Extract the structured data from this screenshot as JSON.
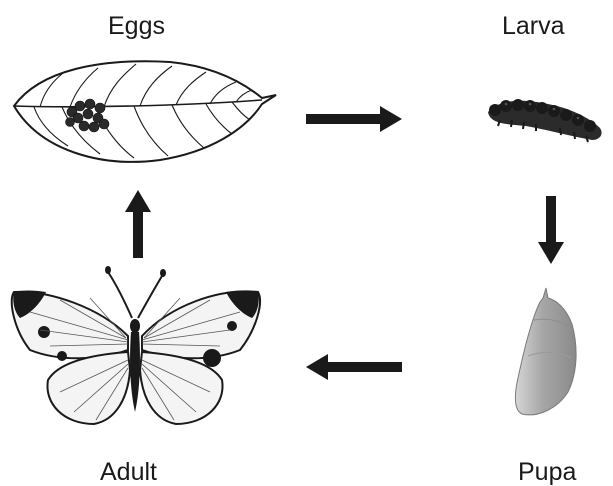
{
  "stages": {
    "eggs": {
      "label": "Eggs"
    },
    "larva": {
      "label": "Larva"
    },
    "pupa": {
      "label": "Pupa"
    },
    "adult": {
      "label": "Adult"
    }
  },
  "colors": {
    "ink": "#1a1a1a",
    "larva": "#2b2b2b",
    "pupa": "#b8b8b8",
    "wing_fill": "#f4f4f4"
  },
  "icons": {
    "eggs": "leaf-with-eggs-icon",
    "larva": "caterpillar-icon",
    "pupa": "chrysalis-icon",
    "adult": "butterfly-icon"
  }
}
